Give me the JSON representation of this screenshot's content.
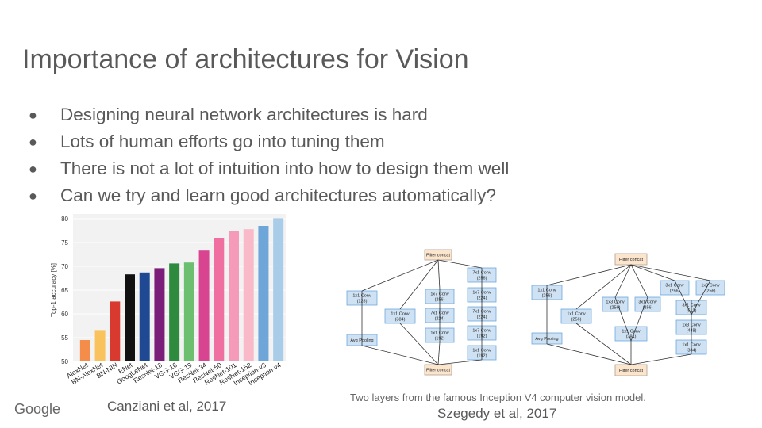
{
  "slide": {
    "title": "Importance of architectures for Vision",
    "bullets": [
      "Designing neural network architectures is hard",
      "Lots of human efforts go into tuning them",
      "There is not a lot of intuition into how to design them well",
      "Can we try and learn good architectures automatically?"
    ],
    "logo_text": "Google",
    "chart_caption": "Canziani et al, 2017",
    "diagram_caption": "Two layers from the famous Inception V4 computer vision model.",
    "diagram_citation": "Szegedy et al, 2017"
  },
  "chart_data": {
    "type": "bar",
    "ylabel": "Top-1 accuracy [%]",
    "ylim": [
      50,
      80
    ],
    "yticks": [
      50,
      55,
      60,
      65,
      70,
      75,
      80
    ],
    "grid": true,
    "categories": [
      "AlexNet",
      "BN-AlexNet",
      "BN-NIN",
      "ENet",
      "GoogLeNet",
      "ResNet-18",
      "VGG-16",
      "VGG-19",
      "ResNet-34",
      "ResNet-50",
      "ResNet-101",
      "ResNet-152",
      "Inception-v3",
      "Inception-v4"
    ],
    "values": [
      54.5,
      56.6,
      62.6,
      68.3,
      68.7,
      69.6,
      70.6,
      70.8,
      73.3,
      76.0,
      77.5,
      77.8,
      78.5,
      80.1
    ],
    "colors": [
      "#f58d4a",
      "#f9c25c",
      "#d83a2f",
      "#111111",
      "#1f4a93",
      "#7a1e7a",
      "#2e8b3e",
      "#6cbf6f",
      "#d94490",
      "#ef6fa0",
      "#f59ab8",
      "#f9b9c9",
      "#6ea6d9",
      "#a9cde8"
    ]
  },
  "diagram": {
    "left": {
      "top": "Filter concat",
      "bottom": "Filter concat",
      "boxes": [
        "1x1 Conv\n(128)",
        "Avg Pooling",
        "1x1 Conv\n(384)",
        "1x7 Conv\n(256)",
        "7x1 Conv\n(224)",
        "1x1 Conv\n(192)",
        "7x1 Conv\n(256)",
        "1x7 Conv\n(224)",
        "7x1 Conv\n(224)",
        "1x7 Conv\n(192)",
        "1x1 Conv\n(192)"
      ]
    },
    "right": {
      "top": "Filter concat",
      "bottom": "Filter concat",
      "boxes": [
        "1x1 Conv\n(256)",
        "Avg Pooling",
        "1x1 Conv\n(256)",
        "1x3 Conv\n(256)",
        "3x1 Conv\n(256)",
        "1x1 Conv\n(384)",
        "3x1 Conv\n(256)",
        "1x3 Conv\n(256)",
        "3x1 Conv\n(512)",
        "1x3 Conv\n(448)",
        "1x1 Conv\n(384)"
      ]
    }
  }
}
